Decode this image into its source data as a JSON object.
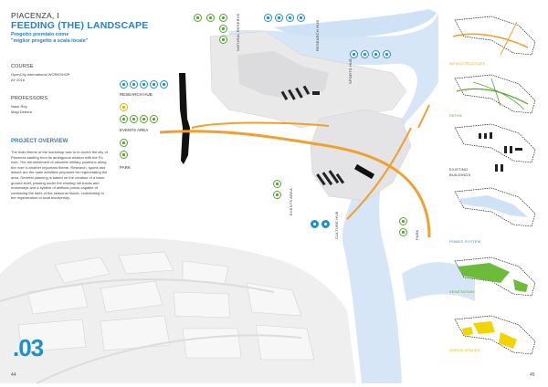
{
  "header": {
    "city": "PIACENZA, I",
    "title": "FEEDING (THE) LANDSCAPE",
    "award_line1": "Progetto premiato come",
    "award_line2": "\"miglior progetto a scala locale\""
  },
  "course": {
    "label": "COURSE",
    "line1": "OpenCity international WORKSHOP",
    "line2": "AY 2016"
  },
  "professors": {
    "label": "PROFESSORS",
    "names": [
      "Nash Roy",
      "Magi Debora"
    ]
  },
  "overview": {
    "title": "PROJECT OVERVIEW",
    "text": "The main theme of the workshop was to re-invent the city of Piacenza starting from its ambiguous relation with the Po river. The refurbishment of obsolete military positions along the river is another important theme. Research, sports and leisure are the main activities proposed for regenerating the area. General planning is based on the creation of a lower ground level, passing under the existing rail tracks and motorways and a system of artificial ponds capable of containing the tides of the seasonal floods, contributing to the regeneration of local biodiversity."
  },
  "legend": {
    "research_hub": "RESEARCH HUB",
    "events_area": "EVENTS AREA",
    "park": "PARK"
  },
  "map_labels": {
    "natural_reserve": "NATURAL RESERVE",
    "research_hub": "RESEARCH HUB",
    "sports_hub": "SPORTS HUB",
    "events_area": "EVENTS AREA",
    "culture_hub": "CULTURE HUB",
    "park": "PARK"
  },
  "diagrams": {
    "infrastructure": "INFRASTRUCTURE",
    "paths": "PATHS",
    "existing_buildings_1": "EXISTING",
    "existing_buildings_2": "BUILDINGS",
    "ponds_system": "PONDS SYSTEM",
    "vegetation": "VEGETATION",
    "green_spaces": "GREEN SPACES"
  },
  "page": {
    "number_big": ".03",
    "left": "44",
    "right": "45"
  },
  "colors": {
    "accent_blue": "#1e8fd0",
    "title_blue": "#2b7fc2",
    "orange": "#f0a030",
    "green": "#55a630",
    "yellow": "#e0b400",
    "water": "#d6e6f7"
  }
}
